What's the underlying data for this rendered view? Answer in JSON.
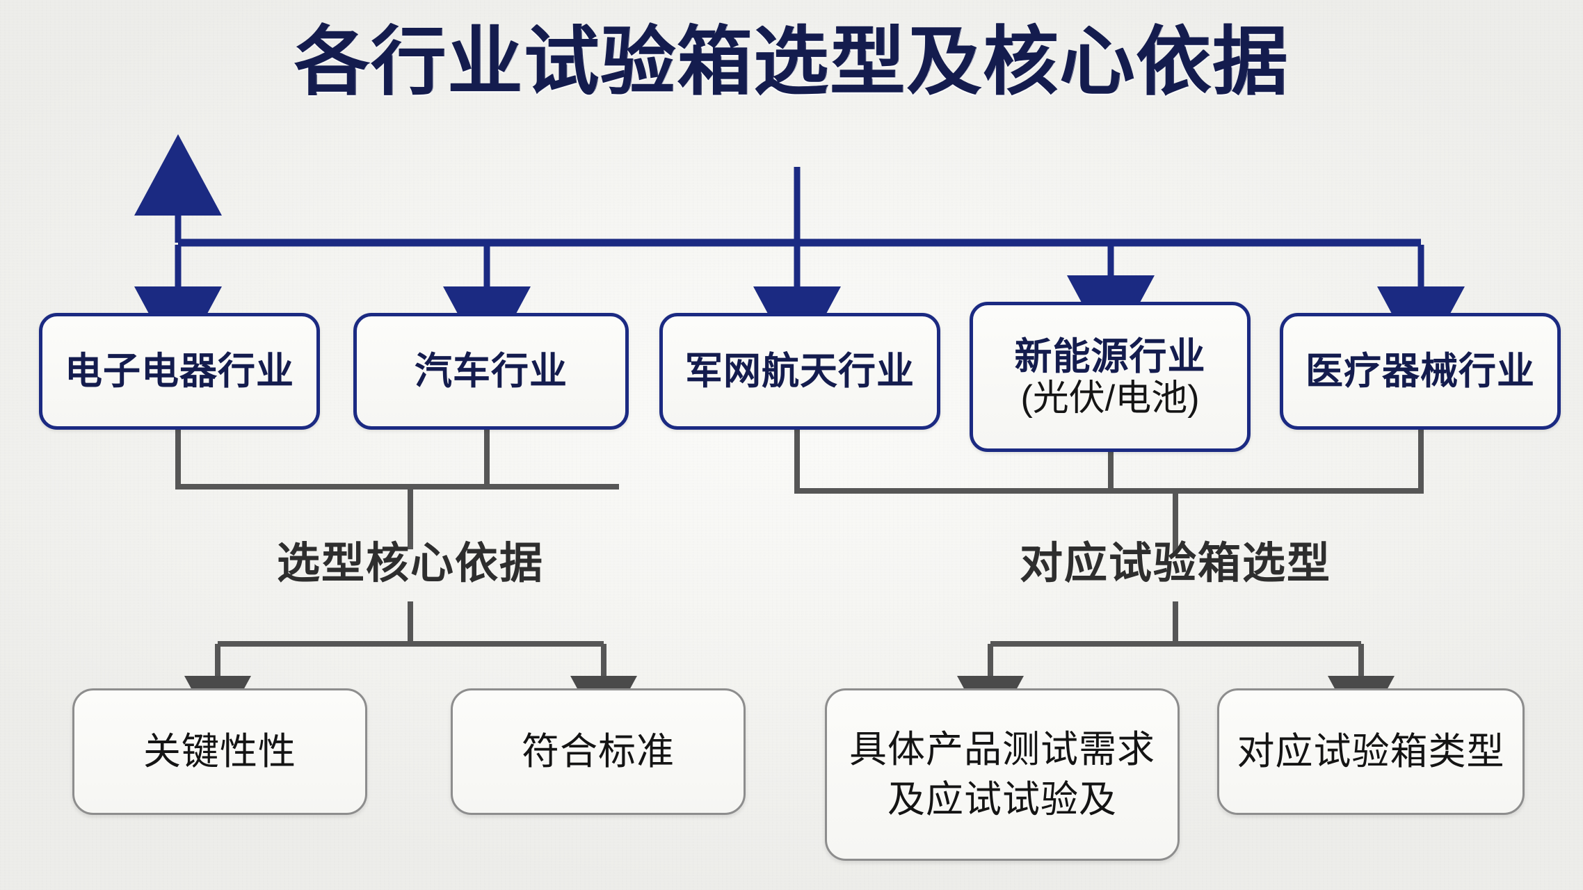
{
  "page": {
    "title": "各行业试验箱选型及核心依据",
    "background_color": "#f4f4f1",
    "accent_navy": "#1b2a82",
    "title_color": "#141c4e",
    "connector_gray": "#565656"
  },
  "root": {
    "label": "各行业试验箱选型及核心依据"
  },
  "industries": [
    {
      "id": "electronics",
      "label": "电子电器行业",
      "line2": ""
    },
    {
      "id": "automotive",
      "label": "汽车行业",
      "line2": ""
    },
    {
      "id": "military-aerospace",
      "label": "军网航天行业",
      "line2": ""
    },
    {
      "id": "new-energy",
      "label": "新能源行业",
      "line2": "(光伏/电池)"
    },
    {
      "id": "medical-device",
      "label": "医疗器械行业",
      "line2": ""
    }
  ],
  "groups": [
    {
      "id": "selection-basis",
      "caption": "选型核心依据"
    },
    {
      "id": "chamber-selection",
      "caption": "对应试验箱选型"
    }
  ],
  "leaves": [
    {
      "id": "key-property",
      "group": "selection-basis",
      "line1": "关键性性",
      "line2": ""
    },
    {
      "id": "meets-standard",
      "group": "selection-basis",
      "line1": "符合标准",
      "line2": ""
    },
    {
      "id": "product-test-demand",
      "group": "chamber-selection",
      "line1": "具体产品测试需求",
      "line2": "及应试试验及"
    },
    {
      "id": "chamber-type",
      "group": "chamber-selection",
      "line1": "对应试验箱类型",
      "line2": ""
    }
  ]
}
